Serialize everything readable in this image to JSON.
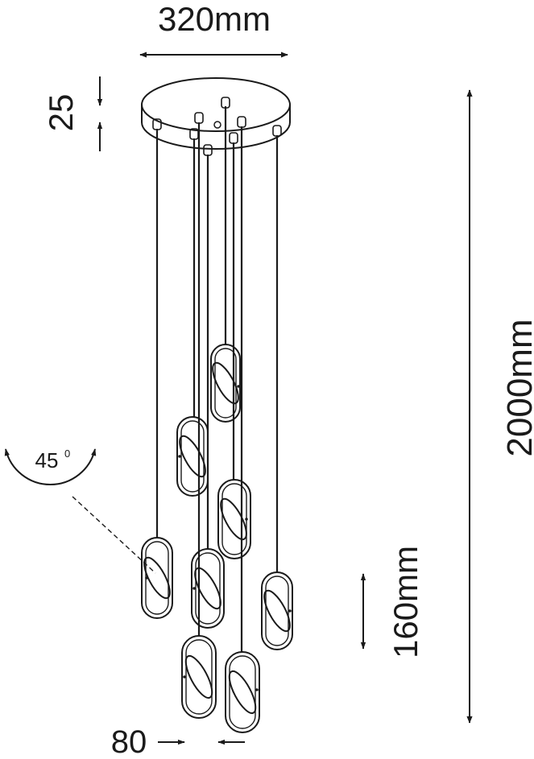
{
  "dimensions": {
    "width": "320mm",
    "canopy_height": "25",
    "total_height": "2000mm",
    "pendant_height": "160mm",
    "pendant_width": "80",
    "rotation_angle": "45",
    "rotation_unit": "0"
  },
  "pendant_count": 8,
  "colors": {
    "line": "#1a1a1a",
    "background": "#ffffff"
  }
}
